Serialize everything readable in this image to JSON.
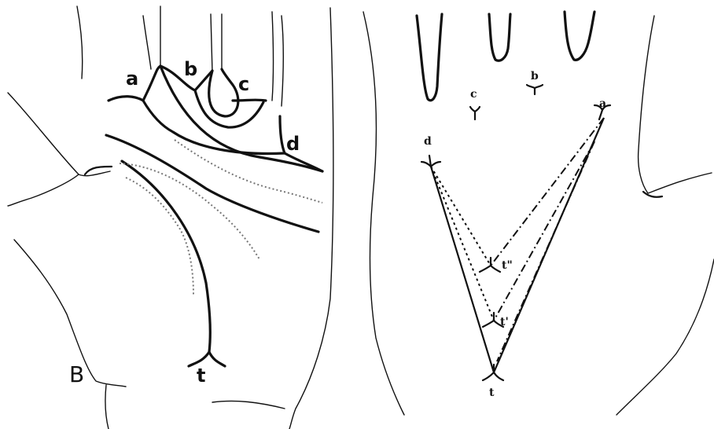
{
  "left_panel": {
    "labels": {
      "a": "a",
      "b": "b",
      "c": "c",
      "d": "d",
      "t": "t",
      "B": "B"
    }
  },
  "right_panel": {
    "labels": {
      "a": "a",
      "b": "b",
      "c": "c",
      "d": "d",
      "t": "t",
      "t1": "t'",
      "t2": "t\""
    }
  }
}
